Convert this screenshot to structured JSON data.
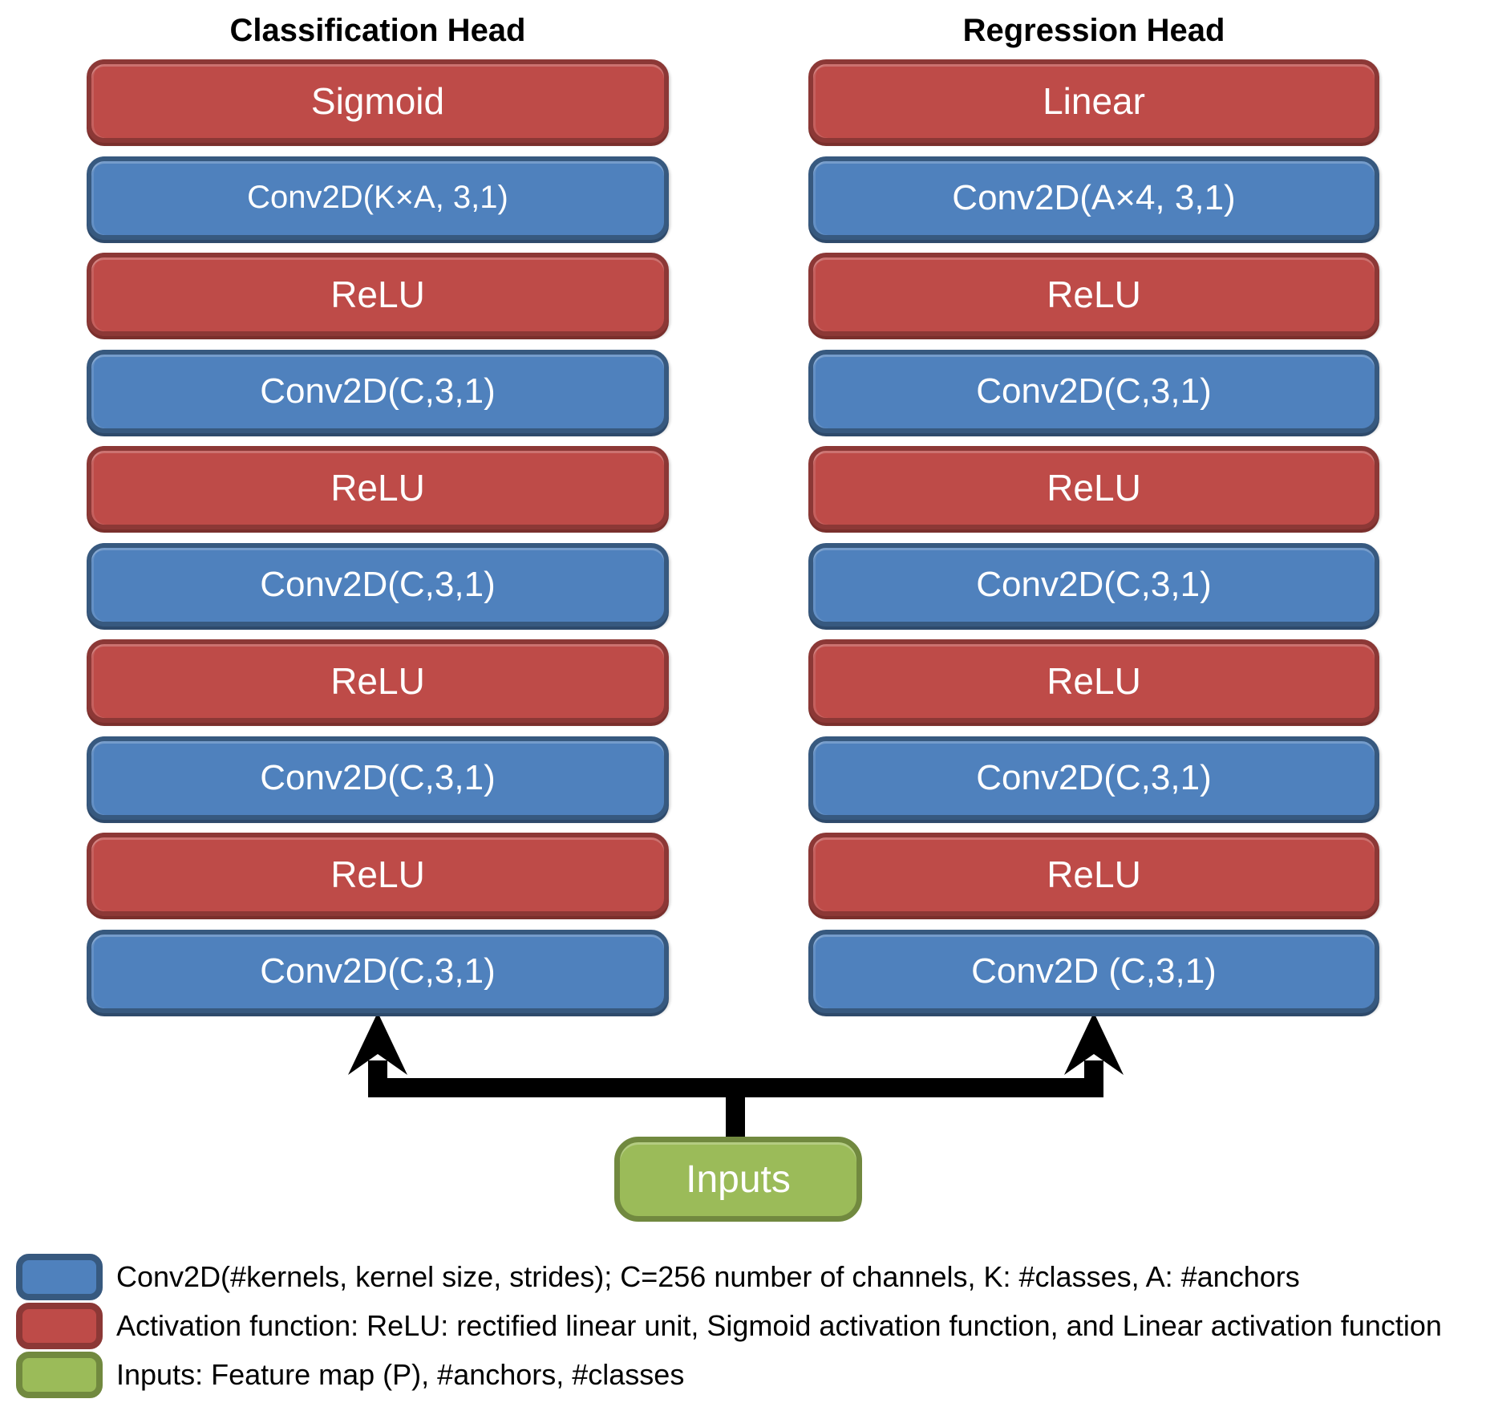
{
  "diagram": {
    "columns": [
      {
        "title": "Classification Head",
        "boxes": [
          {
            "label": "Sigmoid",
            "type": "activation"
          },
          {
            "label": "Conv2D(K×A, 3,1)",
            "type": "conv"
          },
          {
            "label": "ReLU",
            "type": "activation"
          },
          {
            "label": "Conv2D(C,3,1)",
            "type": "conv"
          },
          {
            "label": "ReLU",
            "type": "activation"
          },
          {
            "label": "Conv2D(C,3,1)",
            "type": "conv"
          },
          {
            "label": "ReLU",
            "type": "activation"
          },
          {
            "label": "Conv2D(C,3,1)",
            "type": "conv"
          },
          {
            "label": "ReLU",
            "type": "activation"
          },
          {
            "label": "Conv2D(C,3,1)",
            "type": "conv"
          }
        ]
      },
      {
        "title": "Regression Head",
        "boxes": [
          {
            "label": "Linear",
            "type": "activation"
          },
          {
            "label": "Conv2D(A×4, 3,1)",
            "type": "conv"
          },
          {
            "label": "ReLU",
            "type": "activation"
          },
          {
            "label": "Conv2D(C,3,1)",
            "type": "conv"
          },
          {
            "label": "ReLU",
            "type": "activation"
          },
          {
            "label": "Conv2D(C,3,1)",
            "type": "conv"
          },
          {
            "label": "ReLU",
            "type": "activation"
          },
          {
            "label": "Conv2D(C,3,1)",
            "type": "conv"
          },
          {
            "label": "ReLU",
            "type": "activation"
          },
          {
            "label": "Conv2D (C,3,1)",
            "type": "conv"
          }
        ]
      }
    ],
    "inputs": {
      "label": "Inputs"
    },
    "legend": [
      {
        "swatch": "conv-layer-swatch",
        "color": "#4F81BD",
        "label": "Conv2D(#kernels, kernel size, strides); C=256 number of channels, K: #classes, A: #anchors"
      },
      {
        "swatch": "activation-swatch",
        "color": "#BE4B48",
        "label": "Activation function: ReLU: rectified linear unit, Sigmoid activation function, and Linear activation function"
      },
      {
        "swatch": "inputs-swatch",
        "color": "#9BBB59",
        "label": "Inputs: Feature map (P), #anchors, #classes"
      }
    ],
    "colors": {
      "conv_fill": "#4F81BD",
      "conv_border": "#37597F",
      "activation_fill": "#BE4B48",
      "activation_border": "#8C3836",
      "inputs_fill": "#9BBB59",
      "inputs_border": "#71893F",
      "arrow": "#000000",
      "box_text": "#FFFFFF",
      "title_text": "#000000"
    }
  }
}
